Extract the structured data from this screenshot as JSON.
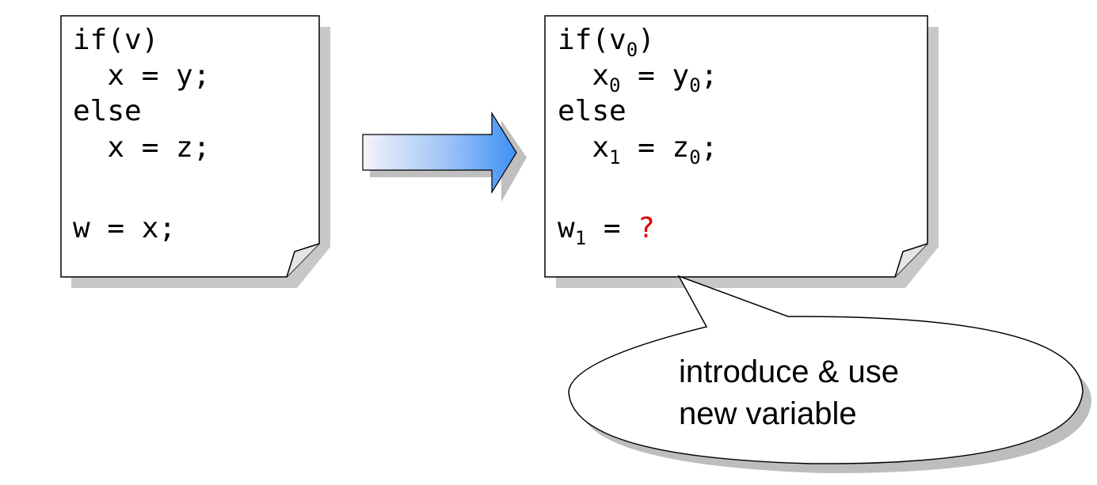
{
  "left_note": {
    "lines": [
      "if(v)",
      "  x = y;",
      "else",
      "  x = z;",
      "",
      "w = x;"
    ]
  },
  "right_note": {
    "line1": {
      "a": "if(v",
      "b": "0",
      "c": ")"
    },
    "line2": {
      "a": "  x",
      "b": "0",
      "c": " = y",
      "d": "0",
      "e": ";"
    },
    "line3": {
      "a": "else"
    },
    "line4": {
      "a": "  x",
      "b": "1",
      "c": " = z",
      "d": "0",
      "e": ";"
    },
    "line6": {
      "a": "w",
      "b": "1",
      "c": " = ",
      "q": "?"
    }
  },
  "callout": {
    "line1": "introduce & use",
    "line2": "new variable"
  },
  "colors": {
    "question_mark": "#e00000",
    "arrow_start": "#f4f0fb",
    "arrow_end": "#4a95f5",
    "shadow": "#c8c8c8"
  }
}
